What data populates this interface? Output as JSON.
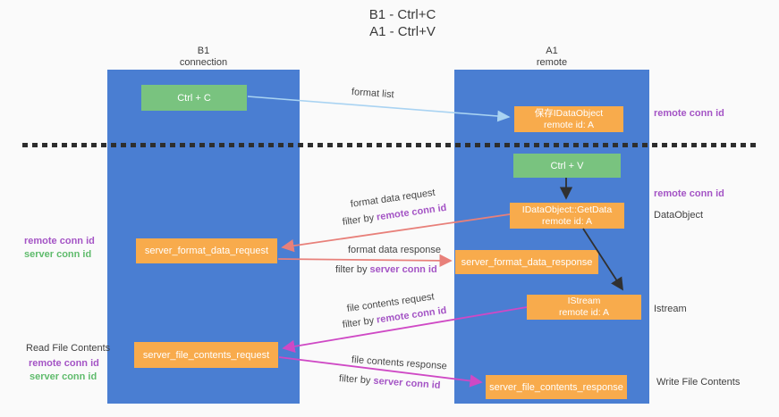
{
  "title": {
    "line1": "B1 - Ctrl+C",
    "line2": "A1 - Ctrl+V"
  },
  "lanes": {
    "left": {
      "name": "B1",
      "subtitle": "connection"
    },
    "right": {
      "name": "A1",
      "subtitle": "remote"
    }
  },
  "nodes": {
    "ctrl_c": {
      "label": "Ctrl + C"
    },
    "ctrl_v": {
      "label": "Ctrl + V"
    },
    "store_dataobject": {
      "line1": "保存IDataObject",
      "line2": "remote id: A"
    },
    "getdata": {
      "line1": "IDataObject::GetData",
      "line2": "remote id: A"
    },
    "istream": {
      "line1": "IStream",
      "line2": "remote id: A"
    },
    "server_format_data_request": {
      "label": "server_format_data_request"
    },
    "server_format_data_response": {
      "label": "server_format_data_response"
    },
    "server_file_contents_request": {
      "label": "server_file_contents_request"
    },
    "server_file_contents_response": {
      "label": "server_file_contents_response"
    }
  },
  "edges": {
    "format_list": {
      "label": "format list"
    },
    "format_data_request": {
      "label": "format data request",
      "filter_prefix": "filter by ",
      "filter_key": "remote conn id"
    },
    "format_data_response": {
      "label": "format data response",
      "filter_prefix": "filter by ",
      "filter_key": "server conn id"
    },
    "file_contents_request": {
      "label": "file contents request",
      "filter_prefix": "filter by ",
      "filter_key": "remote conn id"
    },
    "file_contents_response": {
      "label": "file contents response",
      "filter_prefix": "filter by ",
      "filter_key": "server conn id"
    }
  },
  "side_labels": {
    "left_top": [
      {
        "text": "remote conn id",
        "color": "purple"
      },
      {
        "text": "server conn id",
        "color": "green"
      }
    ],
    "left_bottom": [
      {
        "text": "Read File Contents",
        "color": "dark"
      },
      {
        "text": "remote conn id",
        "color": "purple"
      },
      {
        "text": "server conn id",
        "color": "green"
      }
    ],
    "right": [
      {
        "text": "remote conn id",
        "color": "purple"
      },
      {
        "text": "remote conn id",
        "color": "purple"
      },
      {
        "text": "DataObject",
        "color": "dark"
      },
      {
        "text": "Istream",
        "color": "dark"
      },
      {
        "text": "Write File Contents",
        "color": "dark"
      }
    ]
  },
  "colors": {
    "lane_fill": "#4a7ed2",
    "node_green": "#79c37f",
    "node_orange": "#f8ab4c",
    "arrow_blue": "#a9d3f2",
    "arrow_red": "#e8807a",
    "arrow_magenta": "#cf49c5",
    "arrow_black": "#303030",
    "text_purple": "#a454c5",
    "text_green": "#5fbb6c"
  }
}
